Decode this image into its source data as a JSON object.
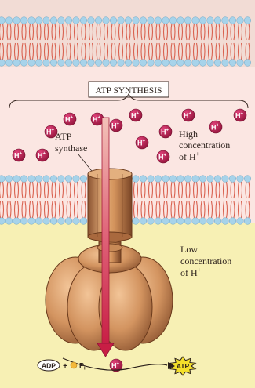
{
  "title": "ATP SYNTHESIS",
  "labels": {
    "synthase_line1": "ATP",
    "synthase_line2": "synthase",
    "high_line1": "High",
    "high_line2": "concentration",
    "high_line3": "of H",
    "low_line1": "Low",
    "low_line2": "concentration",
    "low_line3": "of H",
    "plus": "+"
  },
  "proton": {
    "symbol": "H",
    "charge": "+"
  },
  "reaction": {
    "adp": "ADP",
    "plus": "+",
    "pi": "P",
    "pi_subscript": "i",
    "atp": "ATP"
  },
  "colors": {
    "top_band": "#fbe6e2",
    "bottom_band": "#f7f0b4",
    "lipid_head": "#a7d3ea",
    "lipid_tail": "#d9614f",
    "proton": "#b21c4e",
    "synthase": "#cf8f5a",
    "arrow": "#c81e45",
    "atp_star": "#f4e02a"
  }
}
